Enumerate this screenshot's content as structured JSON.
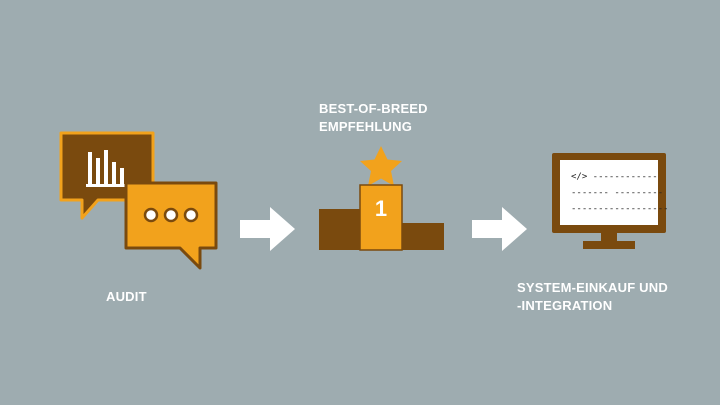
{
  "colors": {
    "background": "#9eacb0",
    "dark_brown": "#7a4a0e",
    "orange": "#f2a21c",
    "white": "#ffffff"
  },
  "steps": [
    {
      "label_lines": [
        "AUDIT"
      ],
      "icon": "speech-bubbles-chart-icon"
    },
    {
      "label_lines": [
        "BEST-OF-BREED",
        "EMPFEHLUNG"
      ],
      "icon": "podium-star-icon",
      "podium_number": "1"
    },
    {
      "label_lines": [
        "SYSTEM-EINKAUF UND",
        "-INTEGRATION"
      ],
      "icon": "monitor-code-icon",
      "screen_lines": [
        "</> ------------",
        "-------  ---------",
        "------------------"
      ]
    }
  ],
  "arrows": [
    "arrow-right-icon",
    "arrow-right-icon"
  ]
}
